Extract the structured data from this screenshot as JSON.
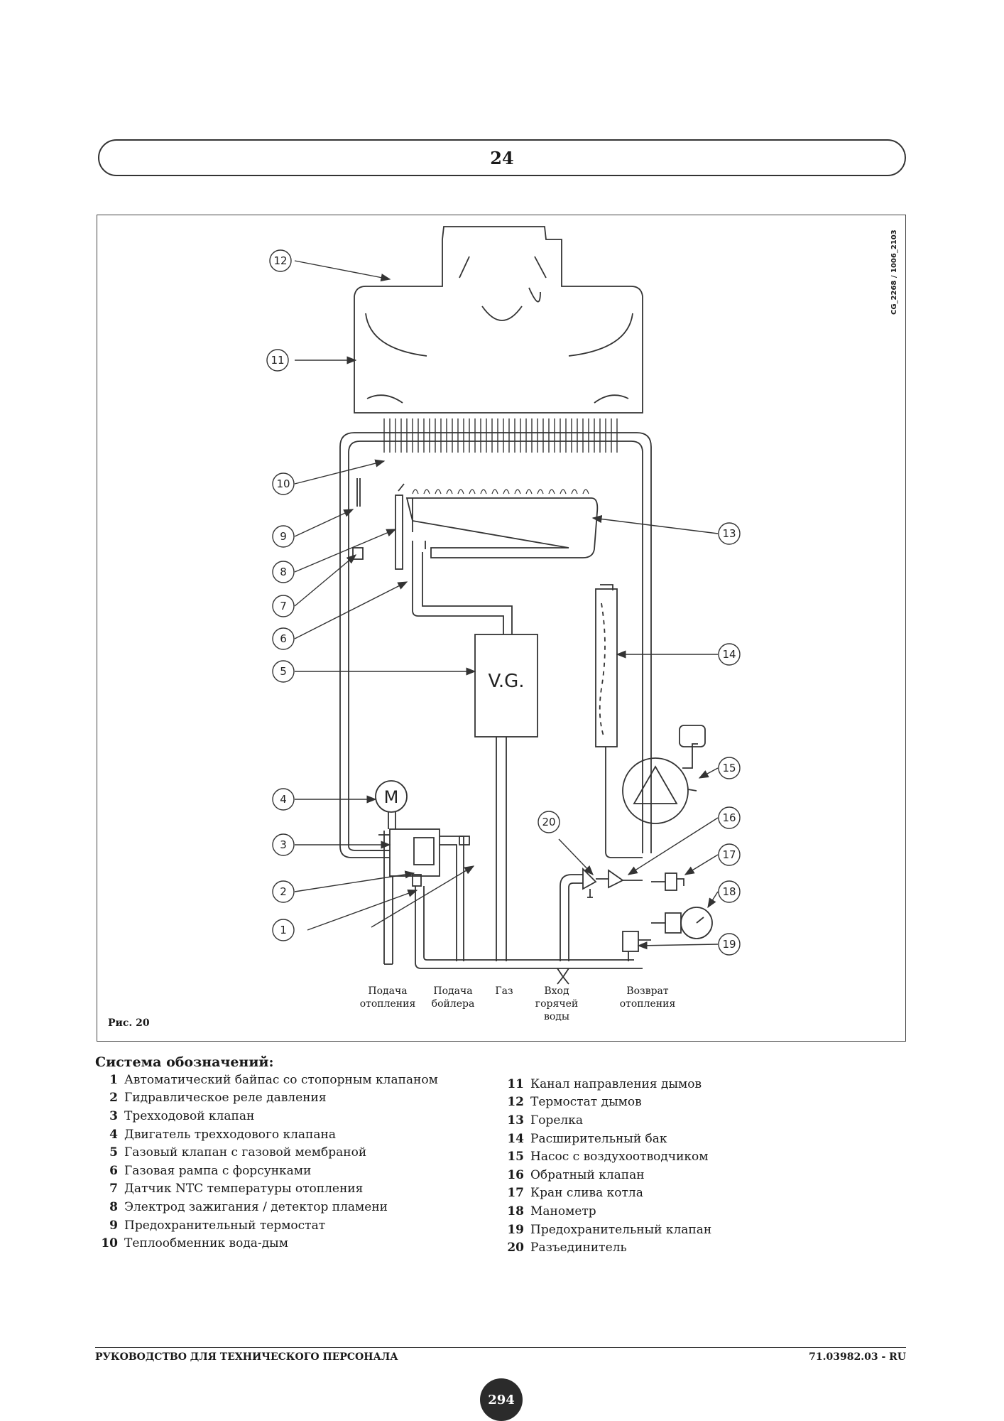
{
  "header": {
    "section_number": "24"
  },
  "figure": {
    "code": "CG_2268 / 1006_2103",
    "caption": "Рис. 20",
    "valve_label": "V.G.",
    "motor_label": "M",
    "callouts": [
      "1",
      "2",
      "3",
      "4",
      "5",
      "6",
      "7",
      "8",
      "9",
      "10",
      "11",
      "12",
      "13",
      "14",
      "15",
      "16",
      "17",
      "18",
      "19",
      "20"
    ],
    "connections": [
      "Подача\nотопления",
      "Подача\nбойлера",
      "Газ",
      "Вход\nгорячей\nводы",
      "Возврат\nотопления"
    ]
  },
  "legend": {
    "title": "Система обозначений:",
    "left": [
      {
        "num": "1",
        "text": "Автоматический байпас со стопорным клапаном"
      },
      {
        "num": "2",
        "text": "Гидравлическое реле давления"
      },
      {
        "num": "3",
        "text": "Трехходовой клапан"
      },
      {
        "num": "4",
        "text": "Двигатель трехходового клапана"
      },
      {
        "num": "5",
        "text": "Газовый клапан с газовой мембраной"
      },
      {
        "num": "6",
        "text": "Газовая рампа с форсунками"
      },
      {
        "num": "7",
        "text": "Датчик NTC температуры отопления"
      },
      {
        "num": "8",
        "text": "Электрод зажигания / детектор пламени"
      },
      {
        "num": "9",
        "text": "Предохранительный термостат"
      },
      {
        "num": "10",
        "text": "Теплообменник вода-дым"
      }
    ],
    "right": [
      {
        "num": "11",
        "text": "Канал направления дымов"
      },
      {
        "num": "12",
        "text": "Термостат дымов"
      },
      {
        "num": "13",
        "text": "Горелка"
      },
      {
        "num": "14",
        "text": "Расширительный бак"
      },
      {
        "num": "15",
        "text": "Насос с воздухоотводчиком"
      },
      {
        "num": "16",
        "text": "Обратный клапан"
      },
      {
        "num": "17",
        "text": "Кран слива котла"
      },
      {
        "num": "18",
        "text": "Манометр"
      },
      {
        "num": "19",
        "text": "Предохранительный клапан"
      },
      {
        "num": "20",
        "text": "Разъединитель"
      }
    ]
  },
  "footer": {
    "left": "РУКОВОДСТВО ДЛЯ ТЕХНИЧЕСКОГО ПЕРСОНАЛА",
    "page": "294",
    "right": "71.03982.03 - RU"
  }
}
